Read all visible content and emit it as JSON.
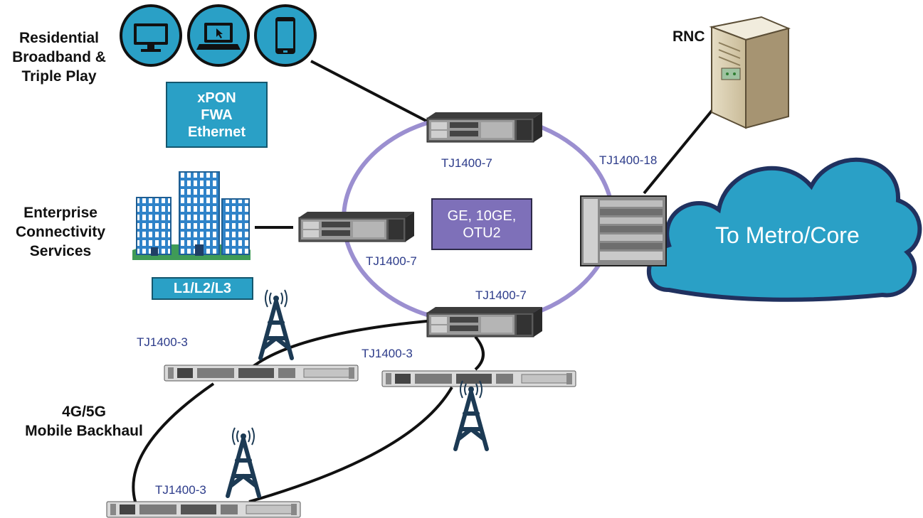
{
  "categories": {
    "residential": [
      "Residential",
      "Broadband &",
      "Triple Play"
    ],
    "enterprise": [
      "Enterprise",
      "Connectivity",
      "Services"
    ],
    "mobile": [
      "4G/5G",
      "Mobile Backhaul"
    ]
  },
  "boxes": {
    "access_tech": [
      "xPON",
      "FWA",
      "Ethernet"
    ],
    "layers": "L1/L2/L3",
    "ring_rates": [
      "GE, 10GE,",
      "OTU2"
    ]
  },
  "cloud_label": "To Metro/Core",
  "rnc_label": "RNC",
  "node_labels": {
    "ring_top": "TJ1400-7",
    "ring_left": "TJ1400-7",
    "ring_bottom": "TJ1400-7",
    "core": "TJ1400-18",
    "access_left": "TJ1400-3",
    "access_right": "TJ1400-3",
    "access_bottom": "TJ1400-3"
  },
  "icons": [
    "monitor-icon",
    "laptop-icon",
    "smartphone-icon",
    "office-building-icon",
    "cell-tower-icon",
    "server-icon",
    "cloud-icon",
    "network-chassis-icon",
    "rack-switch-icon"
  ],
  "colors": {
    "teal": "#2aa0c6",
    "teal_dark": "#14576e",
    "purple": "#7e70b9",
    "ring": "#9b8fd0",
    "node_label": "#2c3b8a",
    "building": "#2f83c9"
  }
}
